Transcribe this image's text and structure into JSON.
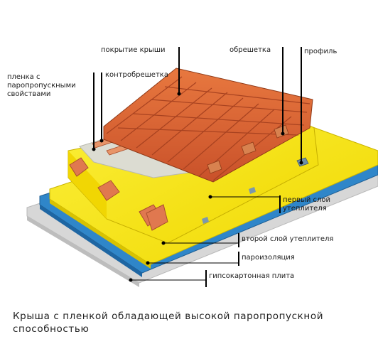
{
  "labels": {
    "roof_covering": "покрытие крыши",
    "battens": "обрешетка",
    "profile": "профиль",
    "membrane": "пленка с паропропускными свойствами",
    "counter_battens": "контробрешетка",
    "insulation_first": "первый слой утеплителя",
    "insulation_second": "второй слой утеплителя",
    "vapor_barrier": "пароизоляция",
    "drywall": "гипсокартонная плита"
  },
  "caption": "Крыша с пленкой обладающей высокой паропропускной способностью",
  "colors": {
    "tile": "#d8612f",
    "tile_dark": "#a8401c",
    "insulation": "#f5e500",
    "rafter": "#e07a52",
    "membrane": "#d9d9d0",
    "vapor_barrier": "#2a7fc4",
    "drywall": "#d6d6d6",
    "leader": "#000000"
  }
}
